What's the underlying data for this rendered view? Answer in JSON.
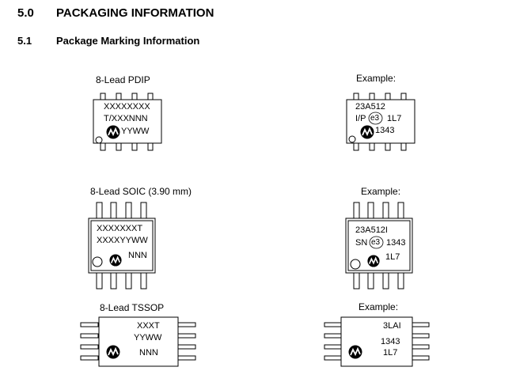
{
  "section": {
    "number": "5.0",
    "title": "PACKAGING INFORMATION"
  },
  "subsection": {
    "number": "5.1",
    "title": "Package Marking Information"
  },
  "packages": [
    {
      "id": "pdip",
      "label": "8-Lead PDIP",
      "template_lines": [
        "XXXXXXXX",
        "T/XXXNNN",
        "YYWW"
      ],
      "example_label": "Example:",
      "example_lines": [
        "23A512",
        "I/P",
        "e3",
        "1L7",
        "1343"
      ]
    },
    {
      "id": "soic",
      "label": "8-Lead SOIC (3.90 mm)",
      "template_lines": [
        "XXXXXXXT",
        "XXXXYYWW",
        "NNN"
      ],
      "example_label": "Example:",
      "example_lines": [
        "23A512I",
        "SN",
        "e3",
        "1343",
        "1L7"
      ]
    },
    {
      "id": "tssop",
      "label": "8-Lead TSSOP",
      "template_lines": [
        "XXXT",
        "YYWW",
        "NNN"
      ],
      "example_label": "Example:",
      "example_lines": [
        "3LAI",
        "1343",
        "1L7"
      ]
    }
  ],
  "icons": {
    "logo": "microchip-logo-icon",
    "pin1": "pin1-circle-icon",
    "pb_free": "e3-pb-free-icon"
  }
}
